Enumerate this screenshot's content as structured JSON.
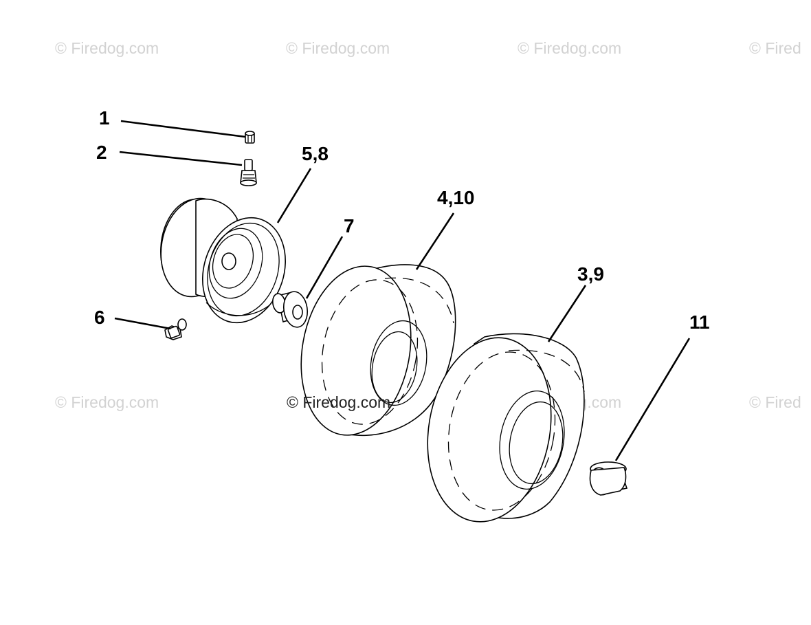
{
  "watermarks": {
    "text": "© Firedog.com",
    "text_cut": "© Fired"
  },
  "callouts": [
    {
      "id": "1",
      "label": "1"
    },
    {
      "id": "2",
      "label": "2"
    },
    {
      "id": "5-8",
      "label": "5,8"
    },
    {
      "id": "4-10",
      "label": "4,10"
    },
    {
      "id": "7",
      "label": "7"
    },
    {
      "id": "3-9",
      "label": "3,9"
    },
    {
      "id": "6",
      "label": "6"
    },
    {
      "id": "11",
      "label": "11"
    }
  ]
}
